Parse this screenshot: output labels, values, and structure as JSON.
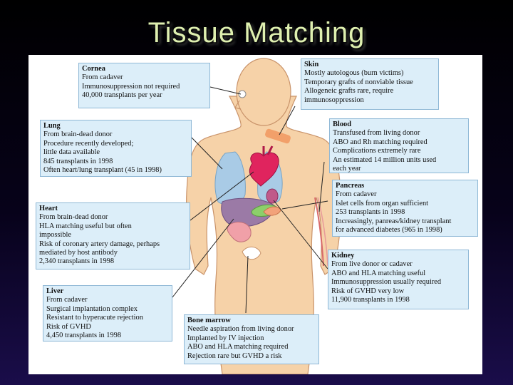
{
  "title": "Tissue Matching",
  "boxes": {
    "cornea": {
      "heading": "Cornea",
      "lines": [
        "From cadaver",
        "Immunosuppression not required",
        "40,000 transplants per year"
      ]
    },
    "skin": {
      "heading": "Skin",
      "lines": [
        "Mostly autologous (burn victims)",
        "Temporary grafts of nonviable tissue",
        "Allogeneic grafts rare, require",
        "immunosoppression"
      ]
    },
    "lung": {
      "heading": "Lung",
      "lines": [
        "From brain-dead donor",
        "Procedure recently developed;",
        "little data available",
        "845 transplants in 1998",
        "Often heart/lung transplant (45 in 1998)"
      ]
    },
    "blood": {
      "heading": "Blood",
      "lines": [
        "Transfused from living donor",
        "ABO and Rh matching required",
        "Complications extremely rare",
        "An estimated 14 million units used",
        "each year"
      ]
    },
    "pancreas": {
      "heading": "Pancreas",
      "lines": [
        "From cadaver",
        "Islet cells from organ sufficient",
        "253 transplants in 1998",
        "Increasingly, panreas/kidney transplant",
        "for advanced diabetes (965 in 1998)"
      ]
    },
    "heart": {
      "heading": "Heart",
      "lines": [
        "From brain-dead donor",
        "HLA matching useful but often",
        "impossible",
        "Risk of coronary artery damage, perhaps",
        "mediated by host antibody",
        "2,340 transplants in 1998"
      ]
    },
    "kidney": {
      "heading": "Kidney",
      "lines": [
        "From live donor or cadaver",
        "ABO and HLA matching useful",
        "Immunosuppression usually required",
        "Risk of GVHD very low",
        "11,900 transplants in 1998"
      ]
    },
    "liver": {
      "heading": "Liver",
      "lines": [
        "From cadaver",
        "Surgical implantation complex",
        "Resistant to hyperacute rejection",
        "Risk of GVHD",
        "4,450 transplants in 1998"
      ]
    },
    "bone_marrow": {
      "heading": "Bone marrow",
      "lines": [
        "Needle aspiration from living donor",
        "Implanted by IV injection",
        "ABO and HLA matching required",
        "Rejection rare but GVHD a risk"
      ]
    }
  },
  "colors": {
    "skin_tone": "#f6d2a8",
    "box_fill": "#dceef9",
    "box_border": "#8fb8d6",
    "lung": "#a9cbe6",
    "heart": "#e0245e",
    "liver": "#9b7aa6",
    "pancreas": "#8ccf6a",
    "kidney": "#c05a8a",
    "bone": "#f0a0a8"
  }
}
